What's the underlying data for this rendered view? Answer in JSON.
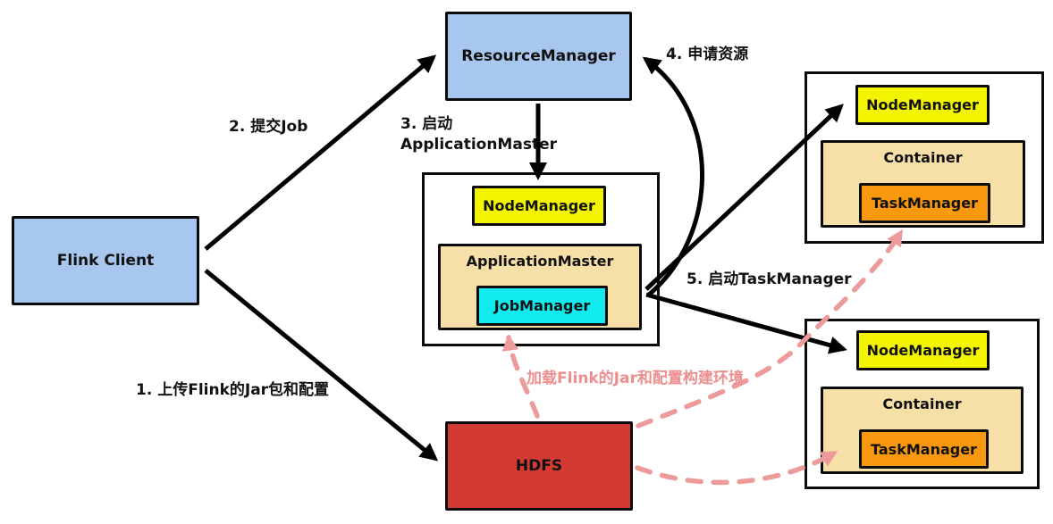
{
  "canvas": {
    "background": "#ffffff"
  },
  "colors": {
    "node_blue": "#a7c7ef",
    "node_yellow": "#f3f500",
    "node_tan": "#f7dfa8",
    "node_cyan": "#12ebee",
    "node_orange": "#f8980e",
    "node_red": "#d23a33",
    "dashed_pink": "#ec9a9a",
    "arrow_black": "#000000"
  },
  "nodes": {
    "flink_client": "Flink Client",
    "resource_manager": "ResourceManager",
    "hdfs": "HDFS",
    "master_node": {
      "node_manager": "NodeManager",
      "application_master": "ApplicationMaster",
      "job_manager": "JobManager"
    },
    "worker_node_top": {
      "node_manager": "NodeManager",
      "container": "Container",
      "task_manager": "TaskManager"
    },
    "worker_node_bottom": {
      "node_manager": "NodeManager",
      "container": "Container",
      "task_manager": "TaskManager"
    }
  },
  "labels": {
    "step1": "1. 上传Flink的Jar包和配置",
    "step2": "2. 提交Job",
    "step3_line1": "3. 启动",
    "step3_line2": "ApplicationMaster",
    "step4": "4. 申请资源",
    "step5": "5. 启动TaskManager",
    "load_env": "加载Flink的Jar和配置构建环境"
  }
}
